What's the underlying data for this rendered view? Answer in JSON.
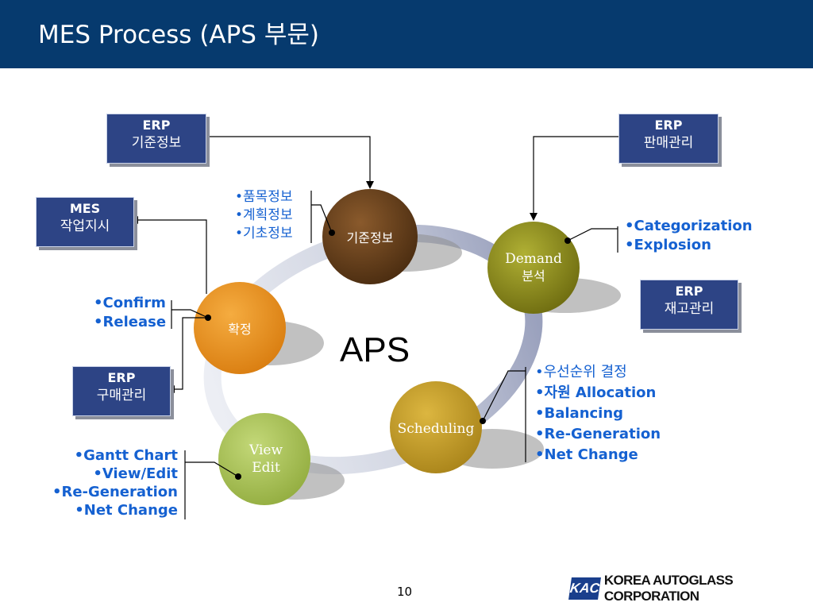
{
  "header": {
    "title": "MES Process (APS 부문)"
  },
  "boxes": {
    "erp_master": {
      "line1": "ERP",
      "line2": "기준정보"
    },
    "erp_sales": {
      "line1": "ERP",
      "line2": "판매관리"
    },
    "mes_work": {
      "line1": "MES",
      "line2": "작업지시"
    },
    "erp_inventory": {
      "line1": "ERP",
      "line2": "재고관리"
    },
    "erp_purchase": {
      "line1": "ERP",
      "line2": "구매관리"
    }
  },
  "nodes": {
    "master": "기준정보",
    "demand_line1": "Demand",
    "demand_line2": "분석",
    "confirm": "확정",
    "scheduling": "Scheduling",
    "view_line1": "View",
    "view_line2": "Edit"
  },
  "center_label": "APS",
  "bullets": {
    "master": [
      "품목정보",
      "계획정보",
      "기초정보"
    ],
    "demand": [
      "Categorization",
      "Explosion"
    ],
    "confirm": [
      "Confirm",
      "Release"
    ],
    "scheduling": [
      "우선순위 결정",
      "자원 Allocation",
      "Balancing",
      "Re-Generation",
      "Net Change"
    ],
    "view": [
      "Gantt Chart",
      "View/Edit",
      "Re-Generation",
      "Net Change"
    ]
  },
  "footer": {
    "page_number": "10",
    "logo_mark": "KAC",
    "logo_text": "KOREA AUTOGLASS CORPORATION"
  },
  "colors": {
    "header_bg": "#063a6e",
    "box_bg": "#2d4485",
    "bullet_text": "#1561d1",
    "node_master": "#5c3a1a",
    "node_demand": "#8a8a1c",
    "node_confirm": "#e8921c",
    "node_scheduling": "#c7a02a",
    "node_view": "#a9c25a"
  }
}
